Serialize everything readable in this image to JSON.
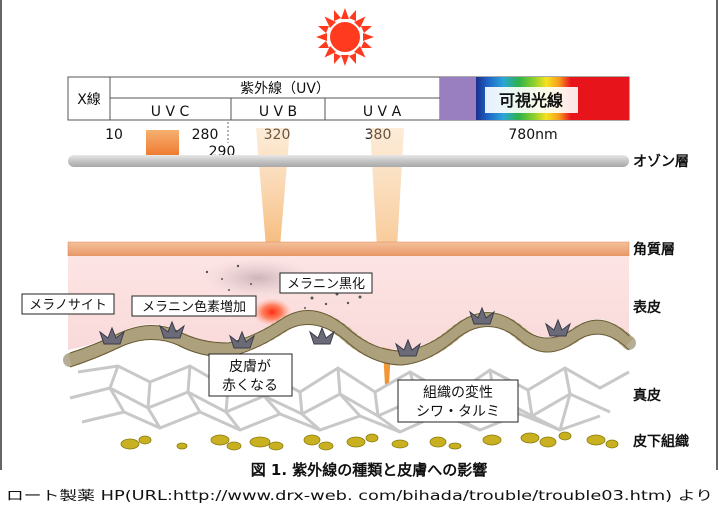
{
  "spectrum": {
    "xray_label": "X線",
    "uv_label": "紫外線（UV）",
    "uvc_label": "U V C",
    "uvb_label": "U V B",
    "uva_label": "U V A",
    "visible_label": "可視光線",
    "ticks": {
      "t10": "10",
      "t280": "280",
      "t290": "290",
      "t320": "320",
      "t380": "380",
      "t780": "780nm"
    }
  },
  "layers": {
    "ozone": "オゾン層",
    "stratum_corneum": "角質層",
    "epidermis": "表皮",
    "dermis": "真皮",
    "subcutaneous": "皮下組織"
  },
  "annotations": {
    "melanin_darkening": "メラニン黒化",
    "melanocyte": "メラノサイト",
    "melanin_increase": "メラニン色素増加",
    "redness_line1": "皮膚が",
    "redness_line2": "赤くなる",
    "tissue_change_line1": "組織の変性",
    "tissue_change_line2": "シワ・タルミ"
  },
  "caption": "図 1. 紫外線の種類と皮膚への影響",
  "source": "ロート製薬 HP(URL:http://www.drx-web. com/bihada/trouble/trouble03.htm) より",
  "colors": {
    "sun": "#ff3a1e",
    "uvc": "#f28a3c",
    "beam": "#f4a24a",
    "visible_violet": "#9a7fc0",
    "visible_red": "#e8141c",
    "stratum": "#f0a878",
    "epidermis": "#fbe0e0",
    "fat": "#c8b020"
  }
}
